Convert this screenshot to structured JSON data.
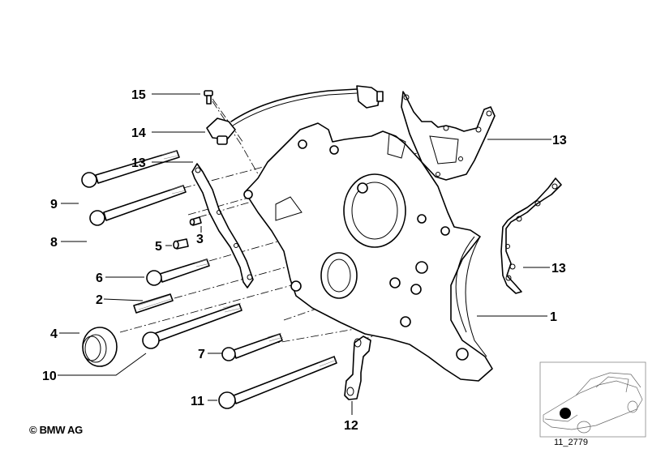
{
  "diagram": {
    "title": "Lower timing case / engine front cover parts diagram",
    "callouts": [
      {
        "id": "c15",
        "label": "15",
        "part": "bolt-sensor"
      },
      {
        "id": "c14",
        "label": "14",
        "part": "crankshaft-pulse-sensor"
      },
      {
        "id": "c13a",
        "label": "13",
        "part": "gasket-left"
      },
      {
        "id": "c13b",
        "label": "13",
        "part": "gasket-upper-right"
      },
      {
        "id": "c13c",
        "label": "13",
        "part": "gasket-right"
      },
      {
        "id": "c9",
        "label": "9",
        "part": "hex-bolt-long"
      },
      {
        "id": "c8",
        "label": "8",
        "part": "hex-bolt-long"
      },
      {
        "id": "c3",
        "label": "3",
        "part": "dowel-sleeve"
      },
      {
        "id": "c5",
        "label": "5",
        "part": "dowel-sleeve"
      },
      {
        "id": "c6",
        "label": "6",
        "part": "hex-bolt"
      },
      {
        "id": "c2",
        "label": "2",
        "part": "stud"
      },
      {
        "id": "c4",
        "label": "4",
        "part": "shaft-seal"
      },
      {
        "id": "c10",
        "label": "10",
        "part": "hex-bolt-long"
      },
      {
        "id": "c7",
        "label": "7",
        "part": "hex-bolt"
      },
      {
        "id": "c11",
        "label": "11",
        "part": "hex-bolt-long"
      },
      {
        "id": "c12",
        "label": "12",
        "part": "bracket"
      },
      {
        "id": "c1",
        "label": "1",
        "part": "lower-timing-case"
      }
    ],
    "copyright": "© BMW AG",
    "thumbnail": {
      "code": "11_2779",
      "description": "car outline with marker at engine front"
    }
  }
}
